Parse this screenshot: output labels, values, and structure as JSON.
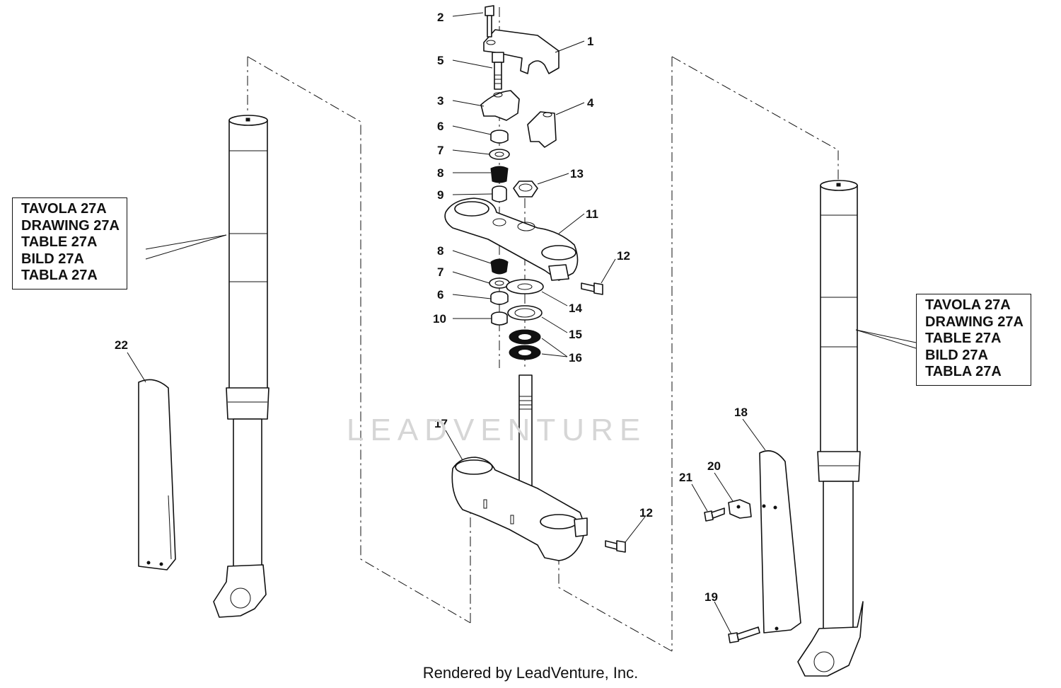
{
  "watermark": "LEADVENTURE",
  "footer": "Rendered by LeadVenture, Inc.",
  "reference_box_left": [
    "TAVOLA 27A",
    "DRAWING 27A",
    "TABLE 27A",
    "BILD 27A",
    "TABLA 27A"
  ],
  "reference_box_right": [
    "TAVOLA 27A",
    "DRAWING 27A",
    "TABLE 27A",
    "BILD 27A",
    "TABLA 27A"
  ],
  "callouts": {
    "c1": "1",
    "c2": "2",
    "c3": "3",
    "c4": "4",
    "c5": "5",
    "c6a": "6",
    "c7a": "7",
    "c8a": "8",
    "c9": "9",
    "c13": "13",
    "c11": "11",
    "c12a": "12",
    "c8b": "8",
    "c7b": "7",
    "c6b": "6",
    "c10": "10",
    "c14": "14",
    "c15": "15",
    "c16": "16",
    "c17": "17",
    "c12b": "12",
    "c18": "18",
    "c20": "20",
    "c21": "21",
    "c19": "19",
    "c22": "22"
  }
}
